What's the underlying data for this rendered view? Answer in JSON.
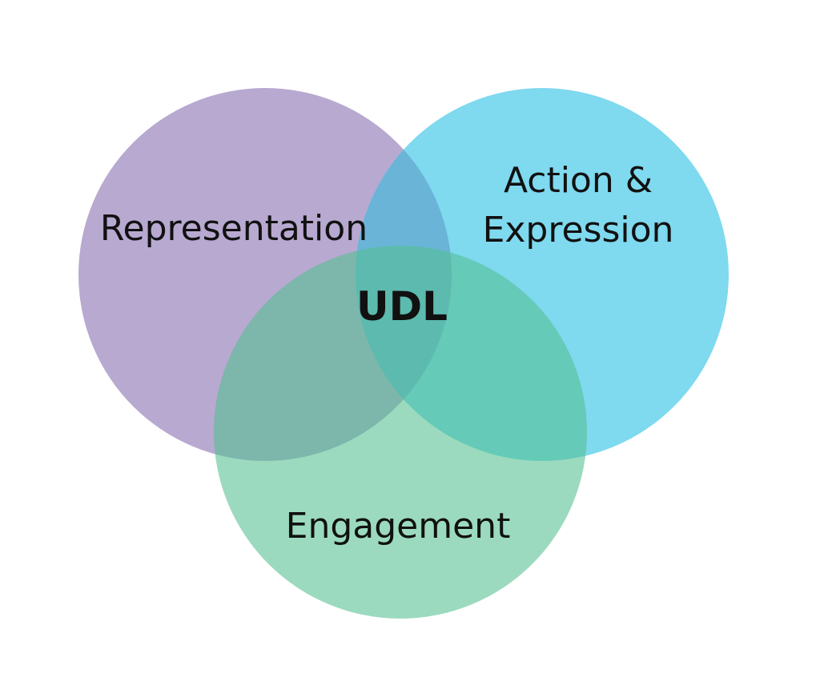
{
  "diagram": {
    "type": "venn",
    "center_label": "UDL",
    "sets": [
      {
        "id": "representation",
        "label_lines": [
          "Representation"
        ],
        "color": "#b8a9d1"
      },
      {
        "id": "action-expression",
        "label_lines": [
          "Action &",
          "Expression"
        ],
        "color": "#7fd9ef"
      },
      {
        "id": "engagement",
        "label_lines": [
          "Engagement"
        ],
        "color": "#9cdab3"
      }
    ],
    "overlap_colors": {
      "representation_action": "#6ab4d8",
      "representation_engagement": "#7aafa0",
      "action_engagement": "#51c5a9",
      "all_three": "#4caf99"
    }
  }
}
